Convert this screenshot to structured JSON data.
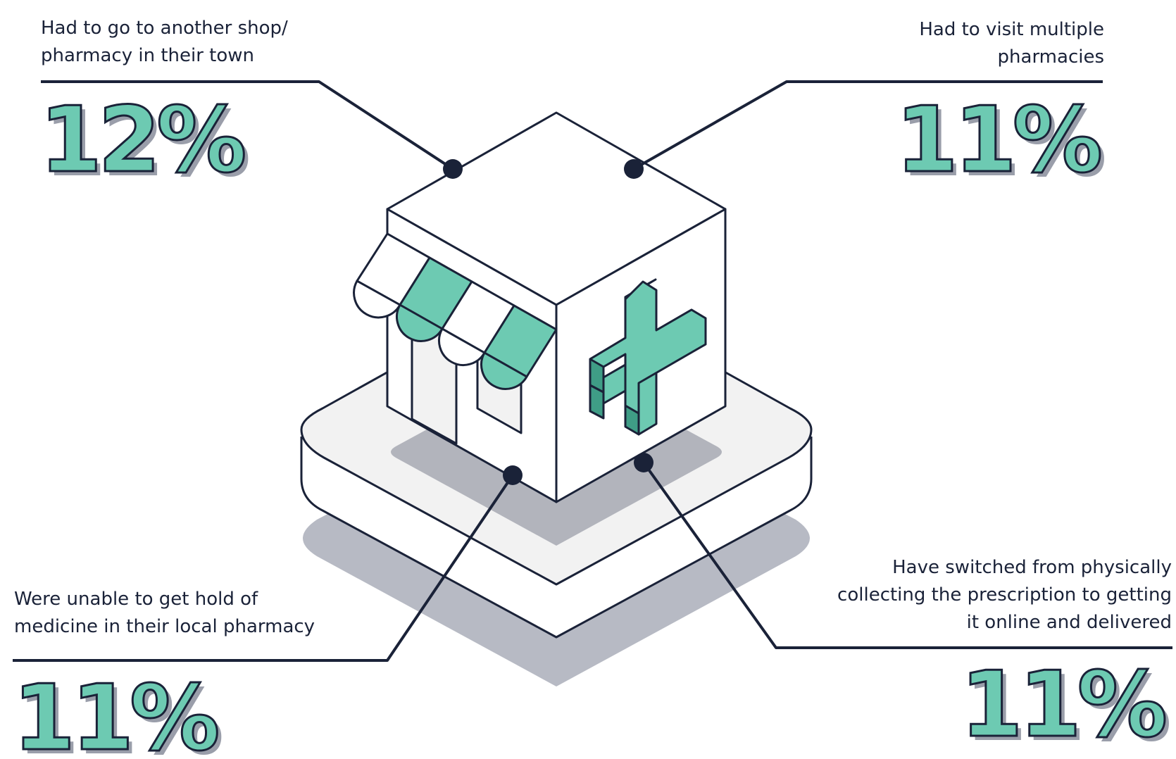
{
  "stats": [
    {
      "label": "Had to go to another shop/\npharmacy in their town",
      "value": "12%"
    },
    {
      "label": "Had to visit multiple\npharmacies",
      "value": "11%"
    },
    {
      "label": "Were unable to get hold of\nmedicine in their local pharmacy",
      "value": "11%"
    },
    {
      "label": "Have switched from physically\ncollecting the prescription to getting\nit online and delivered",
      "value": "11%"
    }
  ],
  "colors": {
    "ink": "#1a2238",
    "accent": "#6dcab2",
    "shadow": "#b7bac4",
    "base": "#f2f2f2",
    "white": "#ffffff"
  },
  "icons": [
    "pharmacy-store-icon",
    "medical-cross-icon",
    "awning-icon"
  ]
}
